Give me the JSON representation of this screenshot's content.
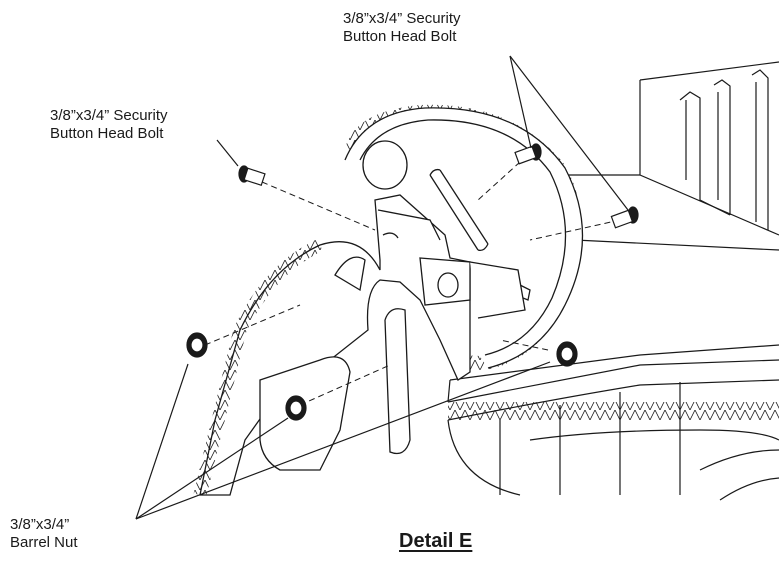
{
  "callouts": {
    "bolt_top": {
      "line1": "3/8”x3/4”  Security",
      "line2": "Button Head Bolt"
    },
    "bolt_left": {
      "line1": "3/8”x3/4”  Security",
      "line2": "Button Head Bolt"
    },
    "barrel_nut": {
      "line1": "3/8”x3/4”",
      "line2": "Barrel Nut"
    }
  },
  "title": "Detail E",
  "colors": {
    "line": "#1a1a1a",
    "text": "#1a1a1a",
    "background": "#ffffff"
  }
}
